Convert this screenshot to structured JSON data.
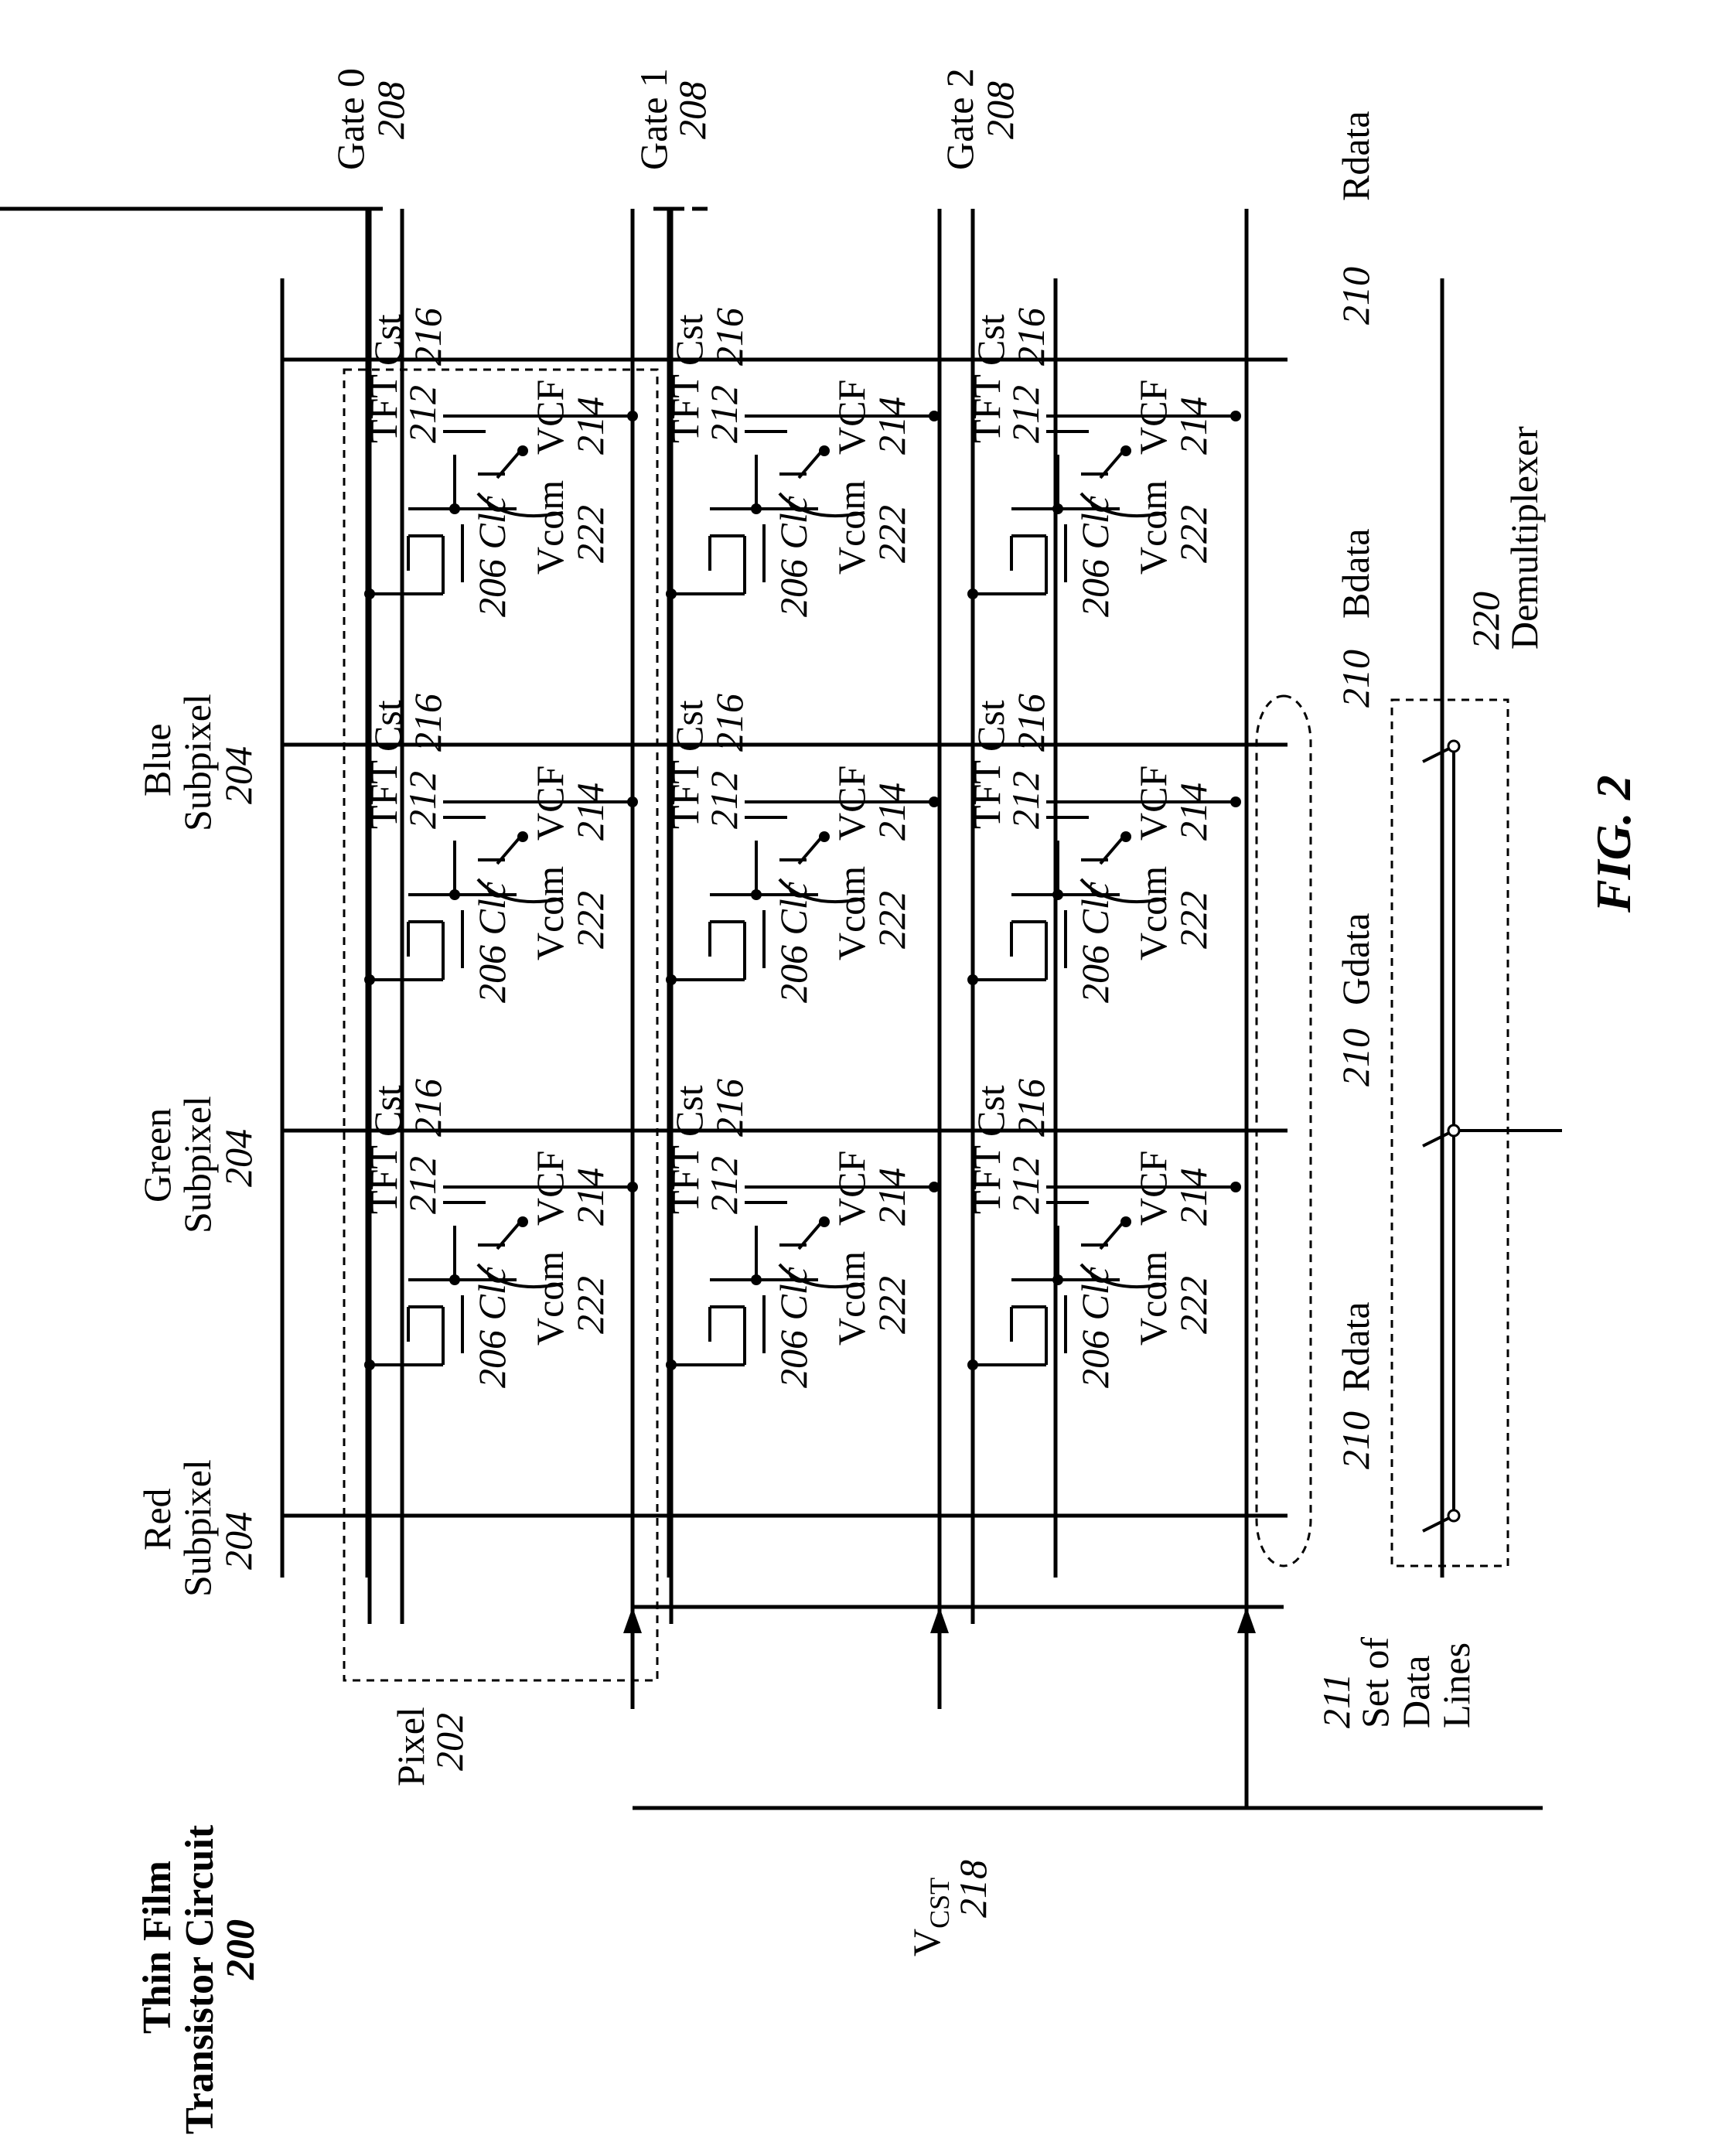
{
  "title": {
    "line1": "Thin Film",
    "line2": "Transistor Circuit",
    "ref": "200"
  },
  "figure_label": "FIG. 2",
  "gates": [
    {
      "label": "Gate 0",
      "ref": "208"
    },
    {
      "label": "Gate 1",
      "ref": "208"
    },
    {
      "label": "Gate 2",
      "ref": "208"
    }
  ],
  "subpixels": [
    {
      "line1": "Red",
      "line2": "Subpixel",
      "ref": "204"
    },
    {
      "line1": "Green",
      "line2": "Subpixel",
      "ref": "204"
    },
    {
      "line1": "Blue",
      "line2": "Subpixel",
      "ref": "204"
    }
  ],
  "data_lines": [
    {
      "ref": "210",
      "label": "Rdata"
    },
    {
      "ref": "210",
      "label": "Gdata"
    },
    {
      "ref": "210",
      "label": "Bdata"
    },
    {
      "ref": "210",
      "label": "Rdata"
    }
  ],
  "pixel": {
    "label": "Pixel",
    "ref": "202"
  },
  "vcst": {
    "label": "V",
    "subscript": "CST",
    "ref": "218"
  },
  "data_set": {
    "ref": "211",
    "lines": [
      "Set of",
      "Data",
      "Lines"
    ]
  },
  "demux": {
    "ref": "220",
    "label": "Demultiplexer"
  },
  "cell_labels": {
    "tft": "TFT",
    "tft_ref": "212",
    "cst": "Cst",
    "cst_ref": "216",
    "vcf": "VCF",
    "vcf_ref": "214",
    "clc": "206 Clc",
    "vcom": "Vcom",
    "vcom_ref": "222"
  }
}
